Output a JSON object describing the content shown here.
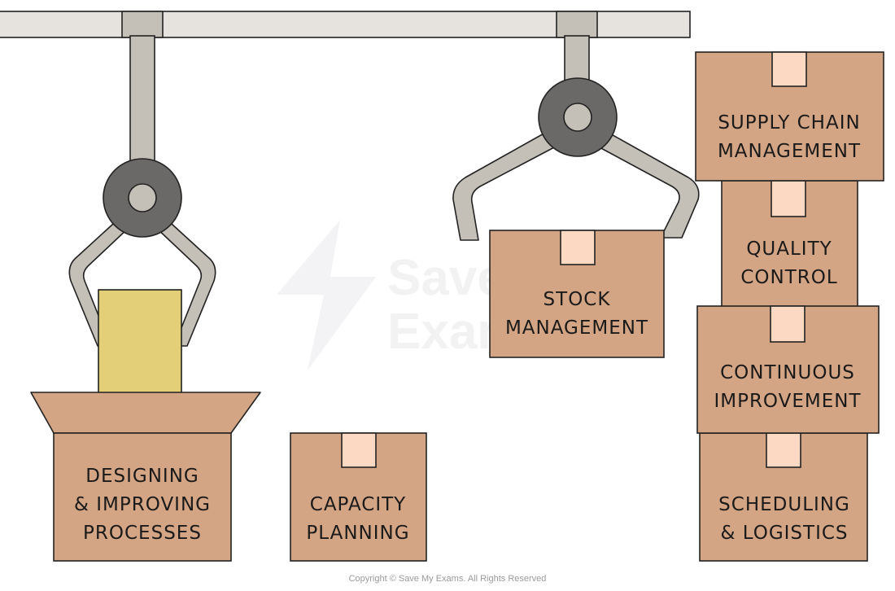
{
  "diagram": {
    "boxes": [
      {
        "id": "designing",
        "lines": [
          "DESIGNING",
          "& IMPROVING",
          "PROCESSES"
        ]
      },
      {
        "id": "capacity",
        "lines": [
          "CAPACITY",
          "PLANNING"
        ]
      },
      {
        "id": "stock",
        "lines": [
          "STOCK",
          "MANAGEMENT"
        ]
      },
      {
        "id": "supply",
        "lines": [
          "SUPPLY CHAIN",
          "MANAGEMENT"
        ]
      },
      {
        "id": "quality",
        "lines": [
          "QUALITY",
          "CONTROL"
        ]
      },
      {
        "id": "continuous",
        "lines": [
          "CONTINUOUS",
          "IMPROVEMENT"
        ]
      },
      {
        "id": "scheduling",
        "lines": [
          "SCHEDULING",
          "& LOGISTICS"
        ]
      }
    ]
  },
  "watermark": {
    "line1": "Save My",
    "line2": "Exams"
  },
  "footer": {
    "copyright": "Copyright © Save My Exams. All Rights Reserved"
  },
  "colors": {
    "box": "#d4a584",
    "tape": "#fcd9c2",
    "arm": "#c4c0b8",
    "joint": "#6a6967",
    "product": "#e2cf77",
    "rail": "#e6e3de",
    "outline": "#222222"
  }
}
